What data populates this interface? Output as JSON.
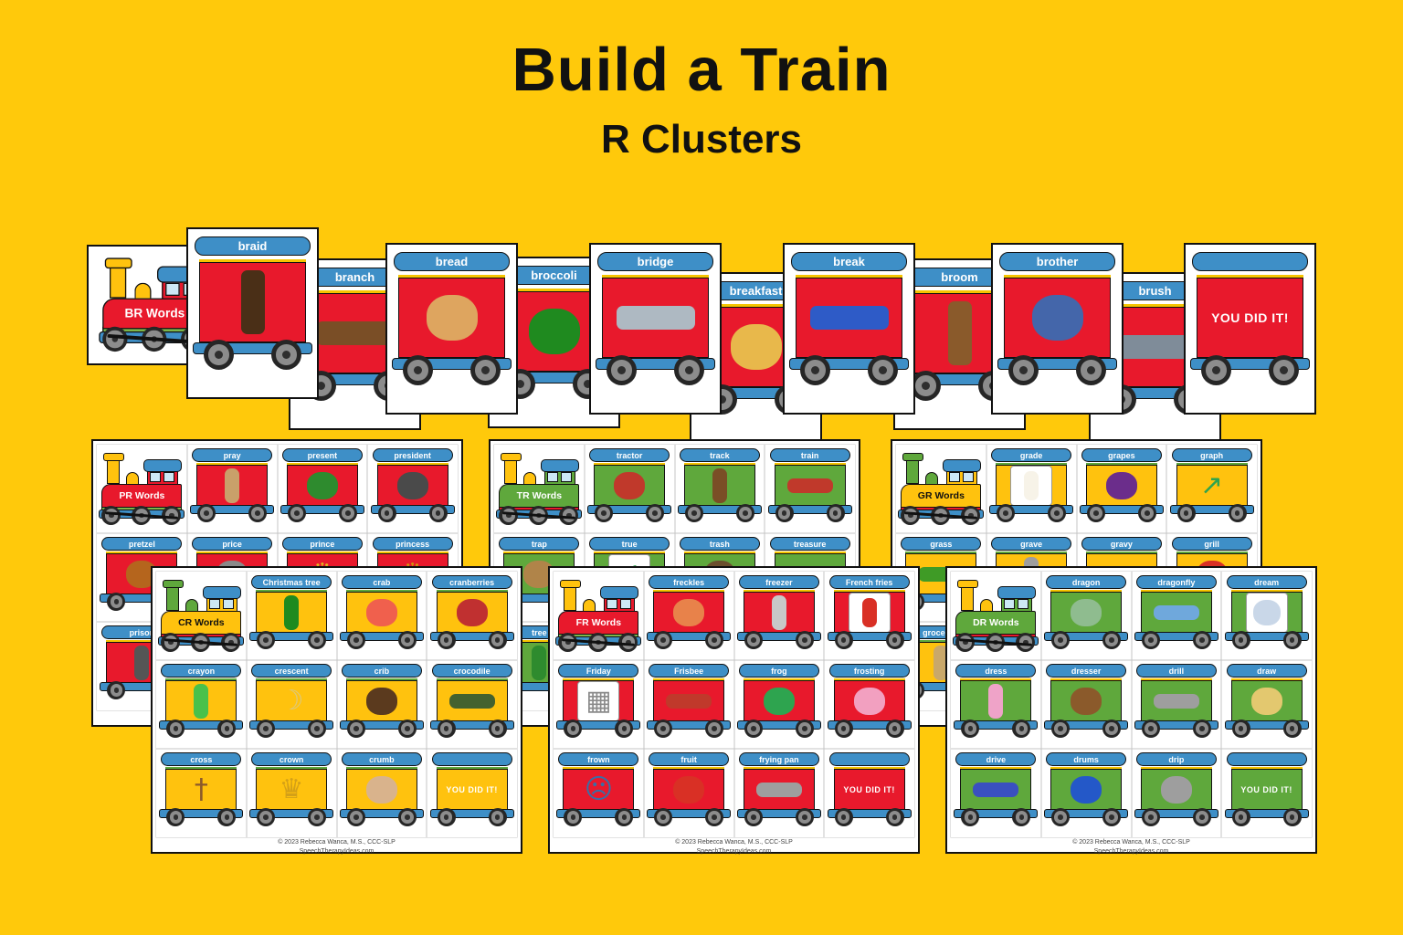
{
  "title": "Build a Train",
  "subtitle": "R Clusters",
  "you_did_it": "YOU DID IT!",
  "footer": {
    "line1": "© 2023 Rebecca Wanca, M.S., CCC-SLP",
    "line2": "SpeechTherapyIdeas.com"
  },
  "colors": {
    "background": "#FFC90B",
    "red": "#E8192C",
    "blue": "#3E8FC7",
    "green": "#5FA83C",
    "yellow": "#FFC20E",
    "stripe_green": "#7CB54A",
    "accent_yellow": "#F5C400",
    "window_blue": "#CDE8F5"
  },
  "themes": {
    "engine": {
      "red": {
        "body": "#E8192C",
        "chimney": "#FFC20E",
        "stripe": "#7CB54A",
        "text": "#FFFFFF"
      },
      "green": {
        "body": "#5FA83C",
        "chimney": "#FFC20E",
        "stripe": "#E8192C",
        "text": "#FFFFFF"
      },
      "yellow": {
        "body": "#FFC20E",
        "chimney": "#5FA83C",
        "stripe": "#E8192C",
        "text": "#111111"
      }
    },
    "car": {
      "red": {
        "body": "#E8192C",
        "accent": "#F5C400"
      },
      "green": {
        "body": "#5FA83C",
        "accent": "#F5C400"
      },
      "yellow": {
        "body": "#FFC20E",
        "accent": "#5FA83C"
      }
    }
  },
  "top_train": {
    "engine_label": "BR Words",
    "engine_style": "red",
    "car_style": "red",
    "cards": [
      {
        "word": "braid",
        "color": "#4A2F17",
        "shape": "tall"
      },
      {
        "word": "branch",
        "color": "#7A4E26",
        "shape": "wide"
      },
      {
        "word": "bread",
        "color": "#DEA55F",
        "shape": "round"
      },
      {
        "word": "broccoli",
        "color": "#1F8A1F",
        "shape": "round"
      },
      {
        "word": "bridge",
        "color": "#AEB9C2",
        "shape": "wide"
      },
      {
        "word": "breakfast",
        "color": "#E8B84B",
        "shape": "round"
      },
      {
        "word": "break",
        "color": "#2E5BC7",
        "shape": "wide"
      },
      {
        "word": "broom",
        "color": "#8A5A2B",
        "shape": "tall"
      },
      {
        "word": "brother",
        "color": "#4466AA",
        "shape": "round"
      },
      {
        "word": "brush",
        "color": "#7F8C99",
        "shape": "wide"
      },
      {
        "type": "youdidit"
      }
    ]
  },
  "sheets": [
    {
      "id": "PR",
      "engine_label": "PR Words",
      "engine_style": "red",
      "car_style": "red",
      "rows": [
        [
          {
            "type": "engine"
          },
          {
            "word": "pray",
            "color": "#C9A06A",
            "shape": "tall"
          },
          {
            "word": "present",
            "color": "#2E8B2E",
            "shape": "round"
          },
          {
            "word": "president",
            "color": "#4A4A4A",
            "shape": "round"
          }
        ],
        [
          {
            "word": "pretzel",
            "color": "#B5651D",
            "shape": "round"
          },
          {
            "word": "price",
            "color": "#8A8A8A",
            "shape": "round"
          },
          {
            "word": "prince",
            "glyph": "♛",
            "color": "#E3B71E"
          },
          {
            "word": "princess",
            "glyph": "♛",
            "color": "#D4930B"
          }
        ],
        [
          {
            "word": "prison",
            "color": "#555555",
            "shape": "tall"
          },
          null,
          null,
          null
        ]
      ]
    },
    {
      "id": "TR",
      "engine_label": "TR Words",
      "engine_style": "green",
      "car_style": "green",
      "rows": [
        [
          {
            "type": "engine"
          },
          {
            "word": "tractor",
            "color": "#C0392B",
            "shape": "round"
          },
          {
            "word": "track",
            "color": "#7A4E26",
            "shape": "tall"
          },
          {
            "word": "train",
            "color": "#C0392B",
            "shape": "wide"
          }
        ],
        [
          {
            "word": "trap",
            "color": "#B08449",
            "shape": "round"
          },
          {
            "word": "true",
            "glyph": "✓",
            "color": "#2EA44F",
            "panel": true
          },
          {
            "word": "trash",
            "color": "#6B4F2E",
            "shape": "round"
          },
          {
            "word": "treasure",
            "color": "#8B5A2B",
            "shape": "wide"
          }
        ],
        [
          {
            "word": "tree",
            "color": "#2E8B2E",
            "shape": "tall"
          },
          null,
          null,
          null
        ]
      ]
    },
    {
      "id": "GR",
      "engine_label": "GR Words",
      "engine_style": "yellow",
      "car_style": "yellow",
      "rows": [
        [
          {
            "type": "engine"
          },
          {
            "word": "grade",
            "color": "#F7F3E8",
            "shape": "tall",
            "panel": true
          },
          {
            "word": "grapes",
            "color": "#6B2D8B",
            "shape": "round"
          },
          {
            "word": "graph",
            "glyph": "↗",
            "color": "#2EA44F"
          }
        ],
        [
          {
            "word": "grass",
            "color": "#3F9B26",
            "shape": "wide"
          },
          {
            "word": "grave",
            "color": "#9E9E9E",
            "shape": "tall"
          },
          {
            "word": "gravy",
            "color": "#A8A8A8",
            "shape": "wide"
          },
          {
            "word": "grill",
            "color": "#D93025",
            "shape": "round"
          }
        ],
        [
          {
            "word": "groceries",
            "color": "#C9A86A",
            "shape": "tall"
          },
          null,
          null,
          null
        ]
      ]
    },
    {
      "id": "CR",
      "engine_label": "CR Words",
      "engine_style": "yellow",
      "car_style": "yellow",
      "rows": [
        [
          {
            "type": "engine"
          },
          {
            "word": "Christmas tree",
            "color": "#1F8A1F",
            "shape": "tall"
          },
          {
            "word": "crab",
            "color": "#F0604D",
            "shape": "round"
          },
          {
            "word": "cranberries",
            "color": "#C03030",
            "shape": "round"
          }
        ],
        [
          {
            "word": "crayon",
            "color": "#49C14B",
            "shape": "tall"
          },
          {
            "word": "crescent",
            "glyph": "☽",
            "color": "#DCC87E"
          },
          {
            "word": "crib",
            "color": "#5B3A1E",
            "shape": "round"
          },
          {
            "word": "crocodile",
            "color": "#44622F",
            "shape": "wide"
          }
        ],
        [
          {
            "word": "cross",
            "glyph": "†",
            "color": "#8B5A2B"
          },
          {
            "word": "crown",
            "glyph": "♛",
            "color": "#D4A017"
          },
          {
            "word": "crumb",
            "color": "#D9B38C",
            "shape": "round"
          },
          {
            "type": "youdidit"
          }
        ]
      ]
    },
    {
      "id": "FR",
      "engine_label": "FR Words",
      "engine_style": "red",
      "car_style": "red",
      "rows": [
        [
          {
            "type": "engine"
          },
          {
            "word": "freckles",
            "color": "#E8824A",
            "shape": "round"
          },
          {
            "word": "freezer",
            "color": "#C8C8C8",
            "shape": "tall"
          },
          {
            "word": "French fries",
            "color": "#D93025",
            "shape": "tall",
            "panel": true
          }
        ],
        [
          {
            "word": "Friday",
            "glyph": "▦",
            "color": "#8A8A8A",
            "panel": true
          },
          {
            "word": "Frisbee",
            "color": "#C0392B",
            "shape": "wide"
          },
          {
            "word": "frog",
            "color": "#2EA44F",
            "shape": "round"
          },
          {
            "word": "frosting",
            "color": "#F2A0C0",
            "shape": "round"
          }
        ],
        [
          {
            "word": "frown",
            "glyph": "☹",
            "color": "#3A6EA5"
          },
          {
            "word": "fruit",
            "color": "#D93025",
            "shape": "round"
          },
          {
            "word": "frying pan",
            "color": "#9E9E9E",
            "shape": "wide"
          },
          {
            "type": "youdidit"
          }
        ]
      ]
    },
    {
      "id": "DR",
      "engine_label": "DR Words",
      "engine_style": "green",
      "car_style": "green",
      "rows": [
        [
          {
            "type": "engine"
          },
          {
            "word": "dragon",
            "color": "#8FBC8F",
            "shape": "round"
          },
          {
            "word": "dragonfly",
            "color": "#6FA8DC",
            "shape": "wide"
          },
          {
            "word": "dream",
            "color": "#C9D7E8",
            "shape": "round",
            "panel": true
          }
        ],
        [
          {
            "word": "dress",
            "color": "#EFA3C8",
            "shape": "tall"
          },
          {
            "word": "dresser",
            "color": "#8B5A2B",
            "shape": "round"
          },
          {
            "word": "drill",
            "color": "#9E9E9E",
            "shape": "wide"
          },
          {
            "word": "draw",
            "color": "#E3C86F",
            "shape": "round"
          }
        ],
        [
          {
            "word": "drive",
            "color": "#3A50C0",
            "shape": "wide"
          },
          {
            "word": "drums",
            "color": "#2458C8",
            "shape": "round"
          },
          {
            "word": "drip",
            "color": "#9E9E9E",
            "shape": "round"
          },
          {
            "type": "youdidit"
          }
        ]
      ]
    }
  ]
}
